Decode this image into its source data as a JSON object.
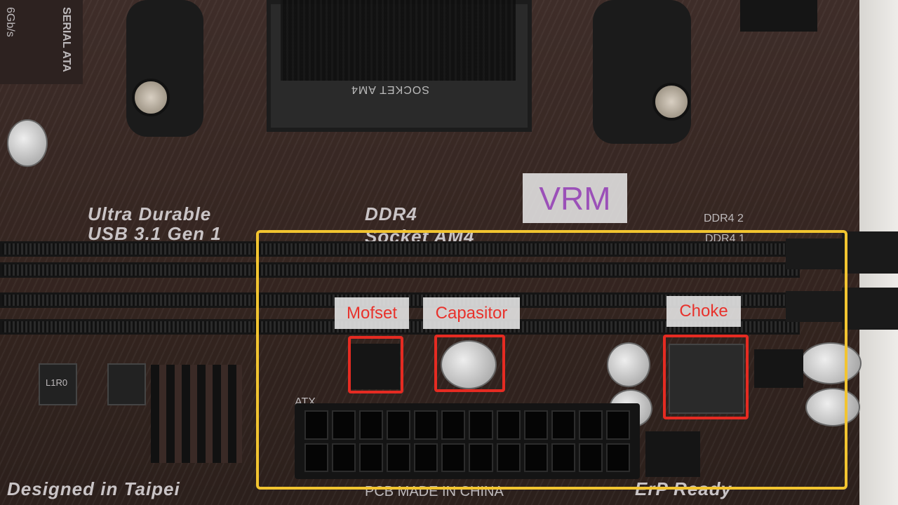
{
  "annotations": {
    "region_label": "VRM",
    "components": [
      {
        "label": "Mofset"
      },
      {
        "label": "Capasitor"
      },
      {
        "label": "Choke"
      }
    ],
    "colors": {
      "region_frame": "#f2c430",
      "component_box": "#e52b22",
      "region_text": "#9b50b8",
      "component_text": "#e8322c"
    }
  },
  "board_printing": {
    "ultra_durable": "Ultra Durable",
    "usb": "USB 3.1 Gen 1",
    "ddr4": "DDR4",
    "socket": "Socket AM4",
    "socket_label": "SOCKET AM4",
    "ddr4_2": "DDR4 2",
    "ddr4_1": "DDR4 1",
    "atx": "ATX",
    "designed": "Designed in Taipei",
    "pcb": "PCB MADE IN CHINA",
    "erp": "ErP Ready",
    "sata": "SERIAL ATA",
    "sata_speed": "6Gb/s",
    "choke_marking": "L1R0"
  }
}
